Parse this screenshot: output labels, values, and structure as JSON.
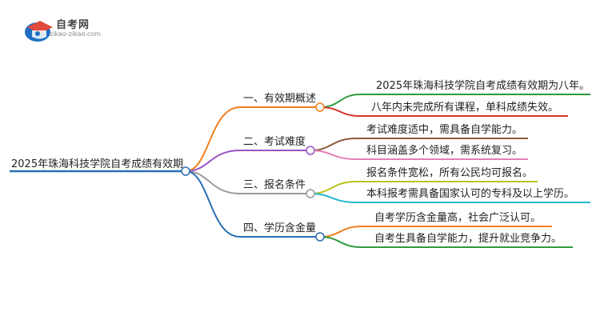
{
  "logo": {
    "name": "自考网",
    "url_text": "zikao-zikao.com"
  },
  "root": {
    "label": "2025年珠海科技学院自考成绩有效期"
  },
  "branches": [
    {
      "label": "一、有效期概述",
      "color": "#f07f1e",
      "leaves": [
        {
          "label": "2025年珠海科技学院自考成绩有效期为八年。",
          "color": "#2e9a3f"
        },
        {
          "label": "八年内未完成所有课程，单科成绩失效。",
          "color": "#d9302c"
        }
      ]
    },
    {
      "label": "二、考试难度",
      "color": "#9a53c6",
      "leaves": [
        {
          "label": "考试难度适中，需具备自学能力。",
          "color": "#8b5a3c"
        },
        {
          "label": "科目涵盖多个领域，需系统复习。",
          "color": "#e37fb8"
        }
      ]
    },
    {
      "label": "三、报名条件",
      "color": "#9a9a9a",
      "leaves": [
        {
          "label": "报名条件宽松，所有公民均可报名。",
          "color": "#b9c21c"
        },
        {
          "label": "本科报考需具备国家认可的专科及以上学历。",
          "color": "#22b8cf"
        }
      ]
    },
    {
      "label": "四、学历含金量",
      "color": "#2b6fb5",
      "leaves": [
        {
          "label": "自考学历含金量高，社会广泛认可。",
          "color": "#f07f1e"
        },
        {
          "label": "自考生具备自学能力，提升就业竞争力。",
          "color": "#2e9a3f"
        }
      ]
    }
  ]
}
